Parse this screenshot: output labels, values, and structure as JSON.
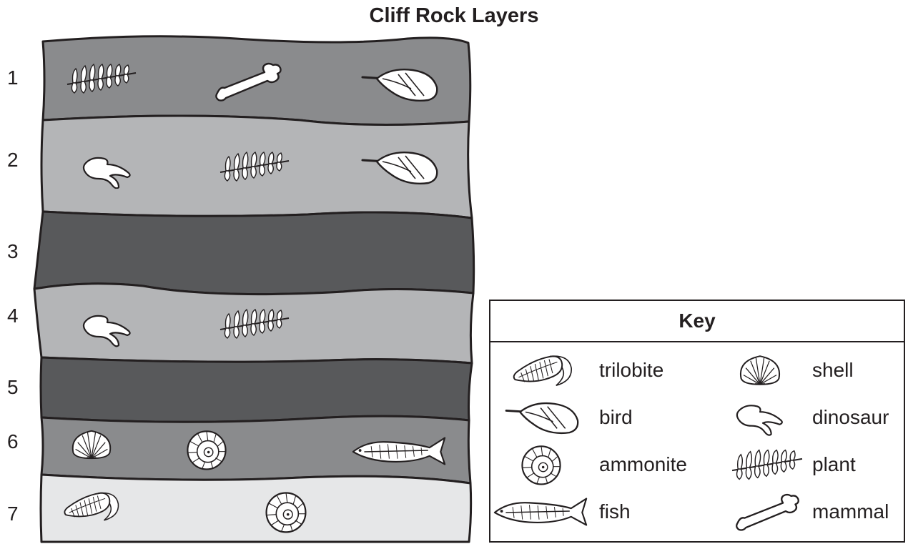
{
  "title": "Cliff Rock Layers",
  "layers": [
    {
      "number": "1",
      "color": "#8a8b8d",
      "fossils": [
        "plant-icon",
        "mammal-icon",
        "bird-icon"
      ]
    },
    {
      "number": "2",
      "color": "#b4b5b7",
      "fossils": [
        "dinosaur-icon",
        "plant-icon",
        "bird-icon"
      ]
    },
    {
      "number": "3",
      "color": "#58595b",
      "fossils": []
    },
    {
      "number": "4",
      "color": "#b4b5b7",
      "fossils": [
        "dinosaur-icon",
        "plant-icon"
      ]
    },
    {
      "number": "5",
      "color": "#58595b",
      "fossils": []
    },
    {
      "number": "6",
      "color": "#8a8b8d",
      "fossils": [
        "shell-icon",
        "ammonite-icon",
        "fish-icon"
      ]
    },
    {
      "number": "7",
      "color": "#e6e7e8",
      "fossils": [
        "trilobite-icon",
        "ammonite-icon"
      ]
    }
  ],
  "key": {
    "title": "Key",
    "entries": [
      {
        "icon": "trilobite-icon",
        "label": "trilobite"
      },
      {
        "icon": "shell-icon",
        "label": "shell"
      },
      {
        "icon": "bird-icon",
        "label": "bird"
      },
      {
        "icon": "dinosaur-icon",
        "label": "dinosaur"
      },
      {
        "icon": "ammonite-icon",
        "label": "ammonite"
      },
      {
        "icon": "plant-icon",
        "label": "plant"
      },
      {
        "icon": "fish-icon",
        "label": "fish"
      },
      {
        "icon": "mammal-icon",
        "label": "mammal"
      }
    ]
  },
  "colors": {
    "outline": "#231f20",
    "fossil_fill": "#ffffff"
  }
}
